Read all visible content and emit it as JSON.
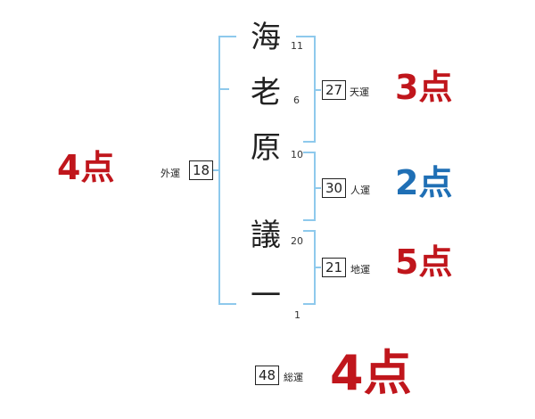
{
  "name": {
    "chars": [
      "海",
      "老",
      "原",
      "議",
      "一"
    ],
    "strokes": [
      "11",
      "6",
      "10",
      "20",
      "1"
    ]
  },
  "fortunes": {
    "gaiun": {
      "label": "外運",
      "value": "18"
    },
    "tenun": {
      "label": "天運",
      "value": "27"
    },
    "jinun": {
      "label": "人運",
      "value": "30"
    },
    "chiun": {
      "label": "地運",
      "value": "21"
    },
    "souun": {
      "label": "総運",
      "value": "48"
    }
  },
  "scores": {
    "gaiun": "4点",
    "tenun": "3点",
    "jinun": "2点",
    "chiun": "5点",
    "souun": "4点"
  },
  "colors": {
    "bracket": "#8ec9ec",
    "score_red": "#c0161c",
    "score_blue": "#1f6fb5"
  }
}
